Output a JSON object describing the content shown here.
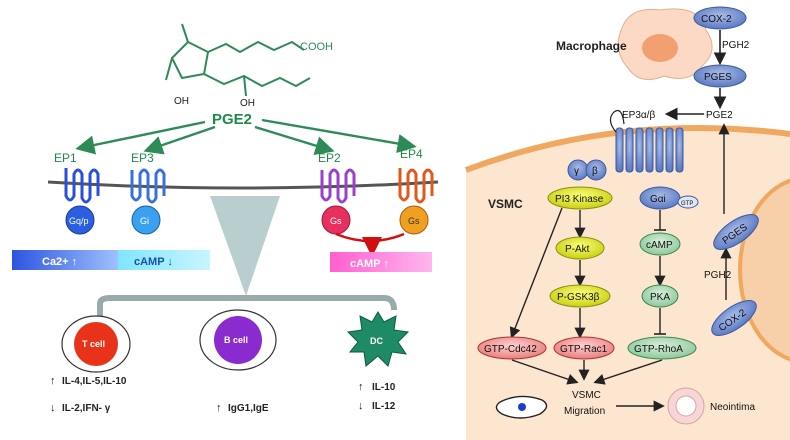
{
  "left_panel": {
    "molecule": {
      "substituent_cooh": "COOH",
      "substituent_oh_left": "OH",
      "substituent_oh_right": "OH"
    },
    "center_label": "PGE2",
    "receptors": [
      {
        "label": "EP1",
        "gprotein": "Gq/p",
        "output": "Ca2+ ↑",
        "color": "#2b4fd6"
      },
      {
        "label": "EP3",
        "gprotein": "Gi",
        "output": "cAMP ↓",
        "color": "#3a6fe0"
      },
      {
        "label": "EP2",
        "gprotein": "Gs",
        "output": "",
        "color": "#9b3fcf"
      },
      {
        "label": "EP4",
        "gprotein": "Gs",
        "output": "cAMP ↑",
        "color": "#e2571a"
      }
    ],
    "cells": [
      {
        "label": "T cell",
        "effects_up": "IL-4,IL-5,IL-10",
        "effects_down": "IL-2,IFN- γ",
        "color": "#e8331a"
      },
      {
        "label": "B cell",
        "effects_up": "IgG1,IgE",
        "effects_down": "",
        "color": "#8a2bd0"
      },
      {
        "label": "DC",
        "effects_up": "IL-10",
        "effects_down": "IL-12",
        "color": "#1e8a66"
      }
    ],
    "arrow_up": "↑",
    "arrow_down": "↓"
  },
  "right_panel": {
    "macrophage_label": "Macrophage",
    "vsmc_label": "VSMC",
    "top_chain": {
      "cox2": "COX-2",
      "pgh2": "PGH2",
      "pges": "PGES",
      "pge2": "PGE2"
    },
    "receptor_label": "EP3α/β",
    "gbg": {
      "gamma": "γ",
      "beta": "β"
    },
    "pi3k_chain": [
      "PI3 Kinase",
      "P-Akt",
      "P-GSK3β"
    ],
    "gai": {
      "label": "Gαi",
      "gtp": "GTP"
    },
    "pka_chain": [
      "cAMP",
      "PKA"
    ],
    "gtpases": [
      "GTP-Cdc42",
      "GTP-Rac1",
      "GTP-RhoA"
    ],
    "migration": [
      "VSMC",
      "Migration"
    ],
    "neointima": "Neointima",
    "cell_chain": {
      "pges": "PGES",
      "pgh2": "PGH2",
      "cox2": "COX-2"
    }
  }
}
